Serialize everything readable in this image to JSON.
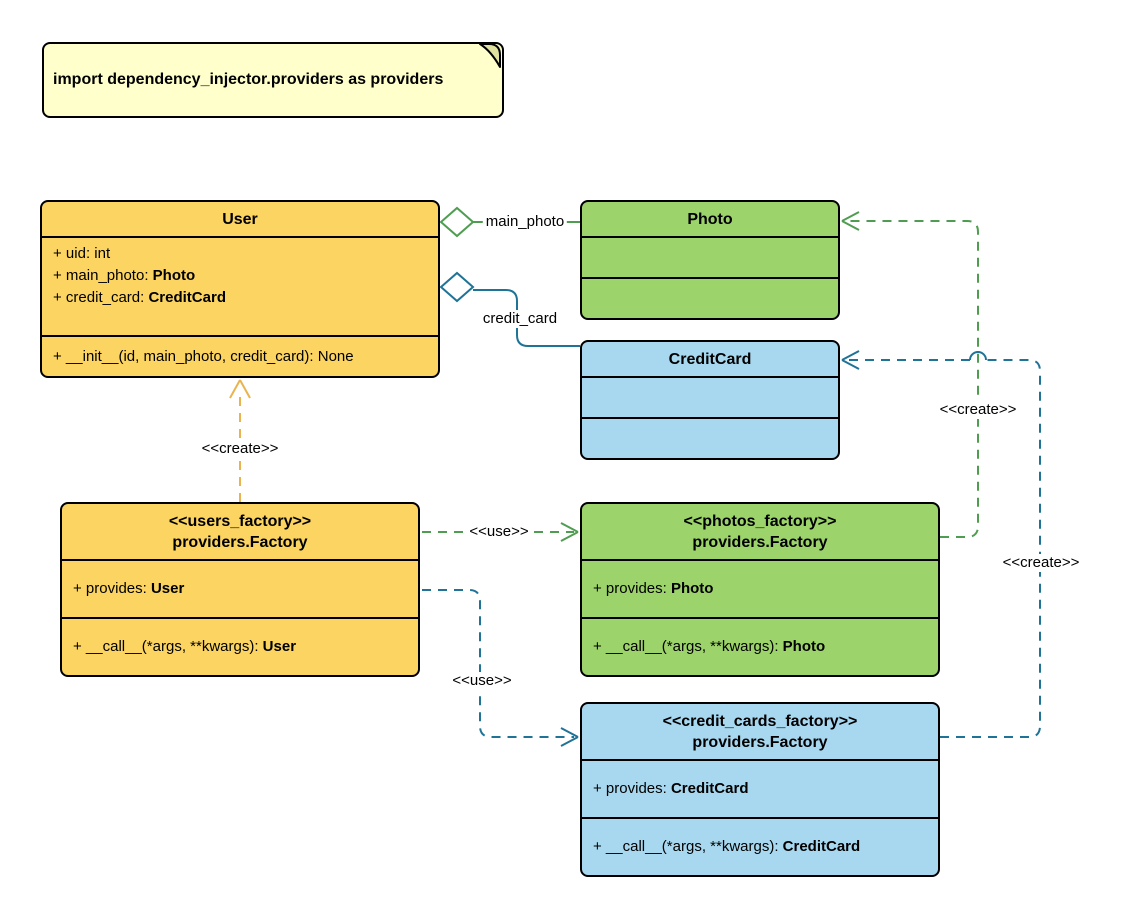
{
  "colors": {
    "note_fill": "#FFFFCC",
    "note_fold": "#E2E2A0",
    "yellow_fill": "#FCD462",
    "green_fill": "#9CD36A",
    "blue_fill": "#A8D8F0",
    "box_border": "#000000",
    "gold_line": "#E9B44E",
    "green_line": "#4F9D50",
    "blue_line": "#1F7396"
  },
  "note": {
    "text": "import dependency_injector.providers as providers"
  },
  "classes": {
    "user": {
      "title": "User",
      "members": [
        {
          "label": "+ uid: int",
          "type": ""
        },
        {
          "label": "+ main_photo: ",
          "type": "Photo"
        },
        {
          "label": "+ credit_card: ",
          "type": "CreditCard"
        }
      ],
      "methods": [
        {
          "label": "+ __init__(id, main_photo, credit_card): None",
          "type": ""
        }
      ]
    },
    "photo": {
      "title": "Photo"
    },
    "credit_card": {
      "title": "CreditCard"
    },
    "users_factory": {
      "stereotype": "<<users_factory>>",
      "title": "providers.Factory",
      "members": [
        {
          "label": "+ provides: ",
          "type": "User"
        }
      ],
      "methods": [
        {
          "label": "+ __call__(*args, **kwargs): ",
          "type": "User"
        }
      ]
    },
    "photos_factory": {
      "stereotype": "<<photos_factory>>",
      "title": "providers.Factory",
      "members": [
        {
          "label": "+ provides: ",
          "type": "Photo"
        }
      ],
      "methods": [
        {
          "label": "+ __call__(*args, **kwargs): ",
          "type": "Photo"
        }
      ]
    },
    "credit_cards_factory": {
      "stereotype": "<<credit_cards_factory>>",
      "title": "providers.Factory",
      "members": [
        {
          "label": "+ provides: ",
          "type": "CreditCard"
        }
      ],
      "methods": [
        {
          "label": "+ __call__(*args, **kwargs): ",
          "type": "CreditCard"
        }
      ]
    }
  },
  "edges": [
    {
      "id": "user-aggregates-photo",
      "label": "main_photo"
    },
    {
      "id": "user-aggregates-credit-card",
      "label": "credit_card"
    },
    {
      "id": "users-factory-creates-user",
      "label": "<<create>>"
    },
    {
      "id": "users-factory-uses-photos-factory",
      "label": "<<use>>"
    },
    {
      "id": "users-factory-uses-credit-cards-factory",
      "label": "<<use>>"
    },
    {
      "id": "photos-factory-creates-photo",
      "label": "<<create>>"
    },
    {
      "id": "credit-cards-factory-creates-credit-card",
      "label": "<<create>>"
    }
  ]
}
